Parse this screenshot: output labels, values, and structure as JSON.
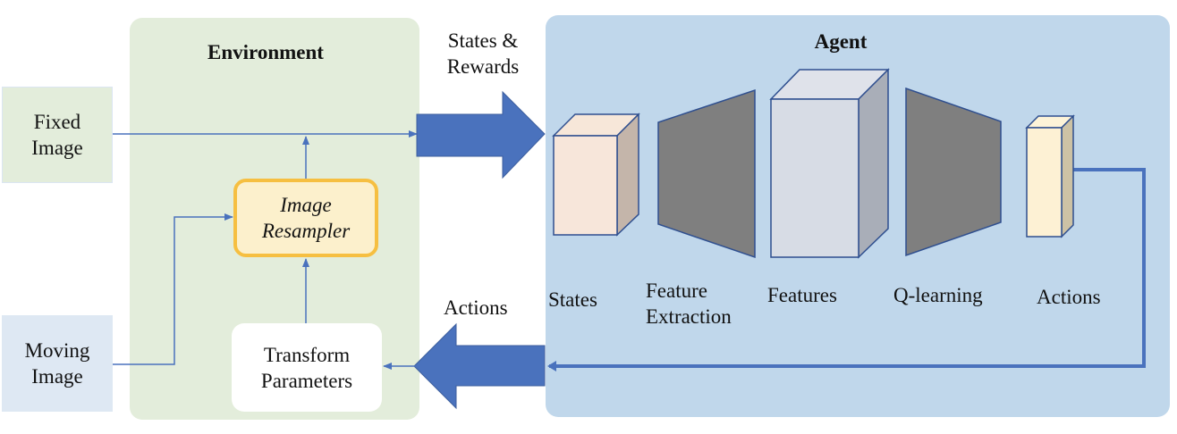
{
  "environment": {
    "title": "Environment",
    "fixed_image": [
      "Fixed",
      "Image"
    ],
    "moving_image": [
      "Moving",
      "Image"
    ],
    "resampler": [
      "Image",
      "Resampler"
    ],
    "transform": [
      "Transform",
      "Parameters"
    ]
  },
  "flows": {
    "states_rewards": [
      "States &",
      "Rewards"
    ],
    "actions": "Actions"
  },
  "agent": {
    "title": "Agent",
    "stages": [
      {
        "name": "states",
        "label": [
          "States"
        ]
      },
      {
        "name": "feature-extraction",
        "label": [
          "Feature",
          "Extraction"
        ]
      },
      {
        "name": "features",
        "label": [
          "Features"
        ]
      },
      {
        "name": "q-learning",
        "label": [
          "Q-learning"
        ]
      },
      {
        "name": "actions",
        "label": [
          "Actions"
        ]
      }
    ]
  },
  "colors": {
    "env_bg": "#e3eddb",
    "agent_bg": "#c0d7eb",
    "arrow_blue": "#4a72bd",
    "resampler_border": "#f6bf41",
    "resampler_fill": "#fcf0cc",
    "trapezoid_gray": "#7f7f7f"
  }
}
